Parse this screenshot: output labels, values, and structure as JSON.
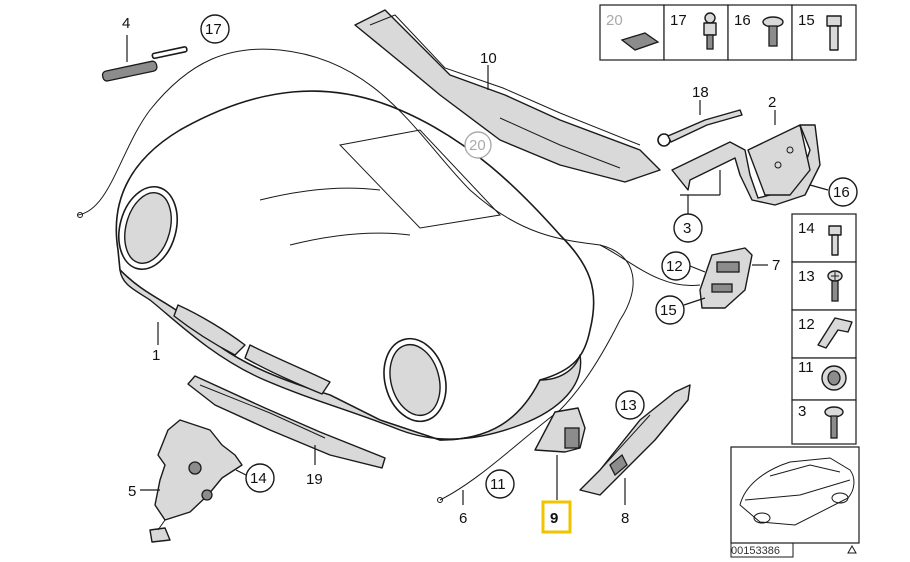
{
  "labels": {
    "hood": "1",
    "hood_support_bracket": "2",
    "bracket_3": "3",
    "gas_strut": "4",
    "hood_lock": "5",
    "bowden_cable": "6",
    "release_handle": "7",
    "trim_8": "8",
    "part_9": "9",
    "seal_10": "10",
    "seal_19": "19",
    "bolt_14_main": "14",
    "cable_18": "18",
    "circle_17_top": "17",
    "circle_20_hood": "20",
    "circle_16_bracket": "16",
    "circle_3_bracket": "3",
    "circle_12": "12",
    "circle_15": "15",
    "circle_14_lock": "14",
    "circle_11": "11",
    "circle_13": "13"
  },
  "top_legend": [
    {
      "num": "20",
      "icon": "pad-icon",
      "muted": true
    },
    {
      "num": "17",
      "icon": "expanding-nut-icon",
      "muted": false
    },
    {
      "num": "16",
      "icon": "washer-screw-icon",
      "muted": false
    },
    {
      "num": "15",
      "icon": "hex-bolt-icon",
      "muted": false
    }
  ],
  "side_legend": [
    {
      "num": "14",
      "icon": "hex-bolt-icon"
    },
    {
      "num": "13",
      "icon": "cross-screw-icon"
    },
    {
      "num": "12",
      "icon": "clip-icon"
    },
    {
      "num": "11",
      "icon": "grommet-icon"
    },
    {
      "num": "3",
      "icon": "washer-screw-icon"
    }
  ],
  "diagram_code": "00153386",
  "colors": {
    "highlight": "#f2c400",
    "muted_callout": "#aaaaaa",
    "part_fill": "#d9d9d9"
  }
}
